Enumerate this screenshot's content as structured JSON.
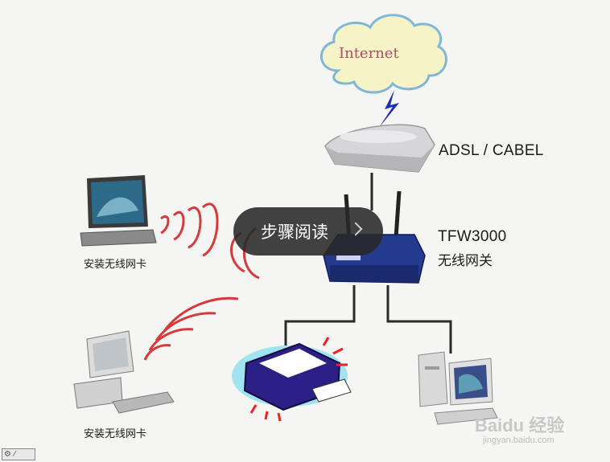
{
  "labels": {
    "internet": "Internet",
    "modem": "ADSL / CABEL",
    "router_model": "TFW3000",
    "router_desc": "无线网关",
    "laptop_card": "安装无线网卡",
    "desktop_card": "安装无线网卡"
  },
  "overlay": {
    "step_read": "步骤阅读"
  },
  "watermark": {
    "brand": "Baidu 经验",
    "url": "jingyan.baidu.com"
  },
  "colors": {
    "cloud_fill": "#f6f3c6",
    "cloud_edge": "#7fb7d8",
    "internet_text": "#b8476a",
    "wave": "#d63a3a",
    "router": "#233a8f",
    "wire": "#2a2a2a",
    "lightning": "#1e2fb0"
  }
}
